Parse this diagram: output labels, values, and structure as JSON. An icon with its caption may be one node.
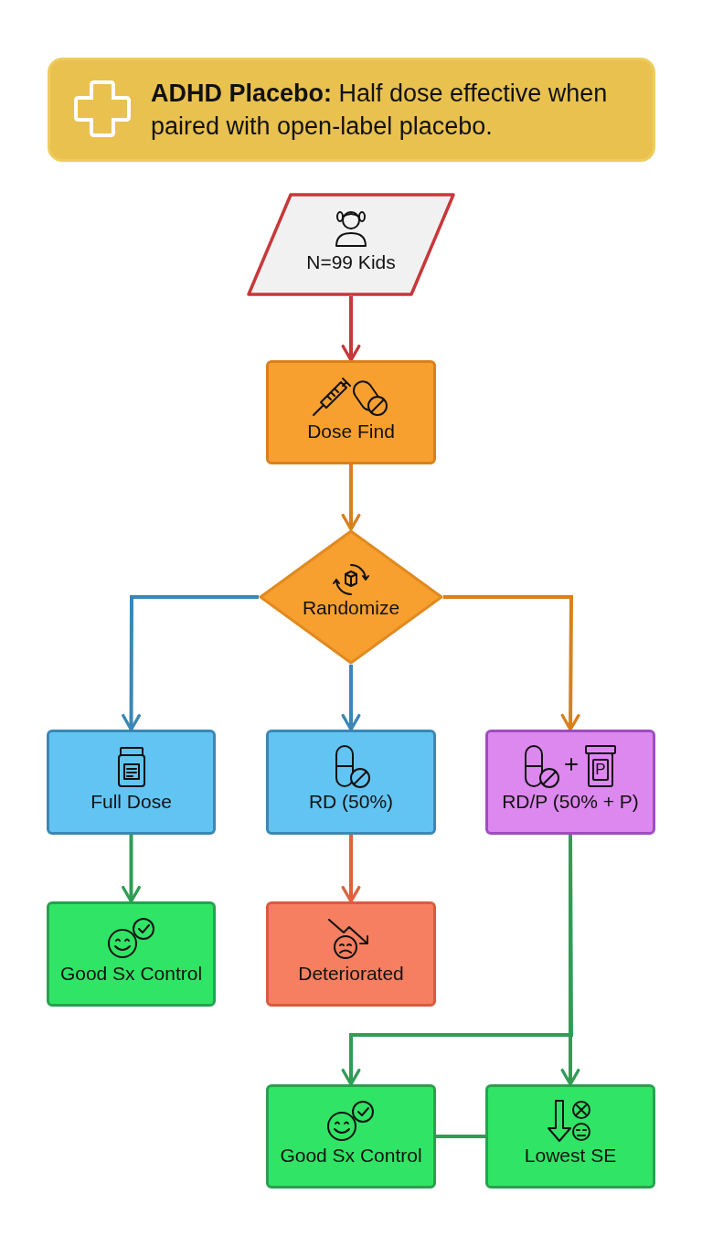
{
  "diagram": {
    "title": "**ADHD Placebo:** Half dose effective when paired with open-label placebo.",
    "nodes": [
      {
        "text": [
          "N=99 Kids"
        ]
      },
      {
        "text": [
          "Dose Find"
        ]
      },
      {
        "text": [
          "Randomize"
        ]
      },
      {
        "text": [
          "Full Dose"
        ]
      },
      {
        "text": [
          "RD (50%)"
        ]
      },
      {
        "text": [
          "RD/P (50% + P)"
        ]
      },
      {
        "text": [
          "Good Sx Control"
        ]
      },
      {
        "text": [
          "Deteriorated"
        ]
      },
      {
        "text": [
          "Good Sx Control"
        ]
      },
      {
        "text": [
          "Lowest SE"
        ]
      }
    ],
    "edges": [
      {
        "from": 0,
        "to": 1,
        "arrow": "to",
        "color": "#c8373a"
      },
      {
        "from": 1,
        "to": 2,
        "arrow": "to",
        "color": "#d9801c"
      },
      {
        "from": 2,
        "to": 3,
        "arrow": "to",
        "color": "#3a87b5"
      },
      {
        "from": 2,
        "to": 4,
        "arrow": "to",
        "color": "#3a87b5"
      },
      {
        "from": 2,
        "to": 5,
        "arrow": "to",
        "color": "#d9801c"
      },
      {
        "from": 3,
        "to": 6,
        "arrow": "to"
      },
      {
        "from": 4,
        "to": 7,
        "arrow": "to",
        "color": "#e06040"
      },
      {
        "from": 5,
        "to": 8,
        "arrow": "to"
      },
      {
        "from": 5,
        "to": 9,
        "arrow": "to"
      },
      {
        "from": 8,
        "to": 9,
        "arrow": "none"
      }
    ],
    "labels": [
      "P"
    ]
  }
}
